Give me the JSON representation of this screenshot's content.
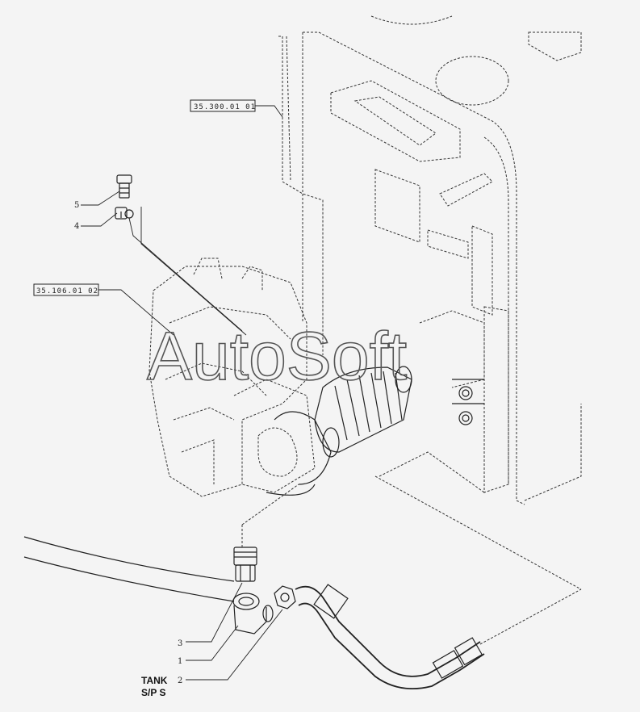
{
  "references": {
    "ref_top": "35.300.01 01",
    "ref_left": "35.106.01 02"
  },
  "callouts": {
    "item_5": "5",
    "item_4": "4",
    "item_3": "3",
    "item_1": "1",
    "item_2": "2"
  },
  "labels": {
    "tank_line1": "TANK",
    "tank_line2": "S/P S"
  },
  "watermark": "AutoSoft",
  "colors": {
    "background": "#f4f4f4",
    "line": "#222222"
  }
}
